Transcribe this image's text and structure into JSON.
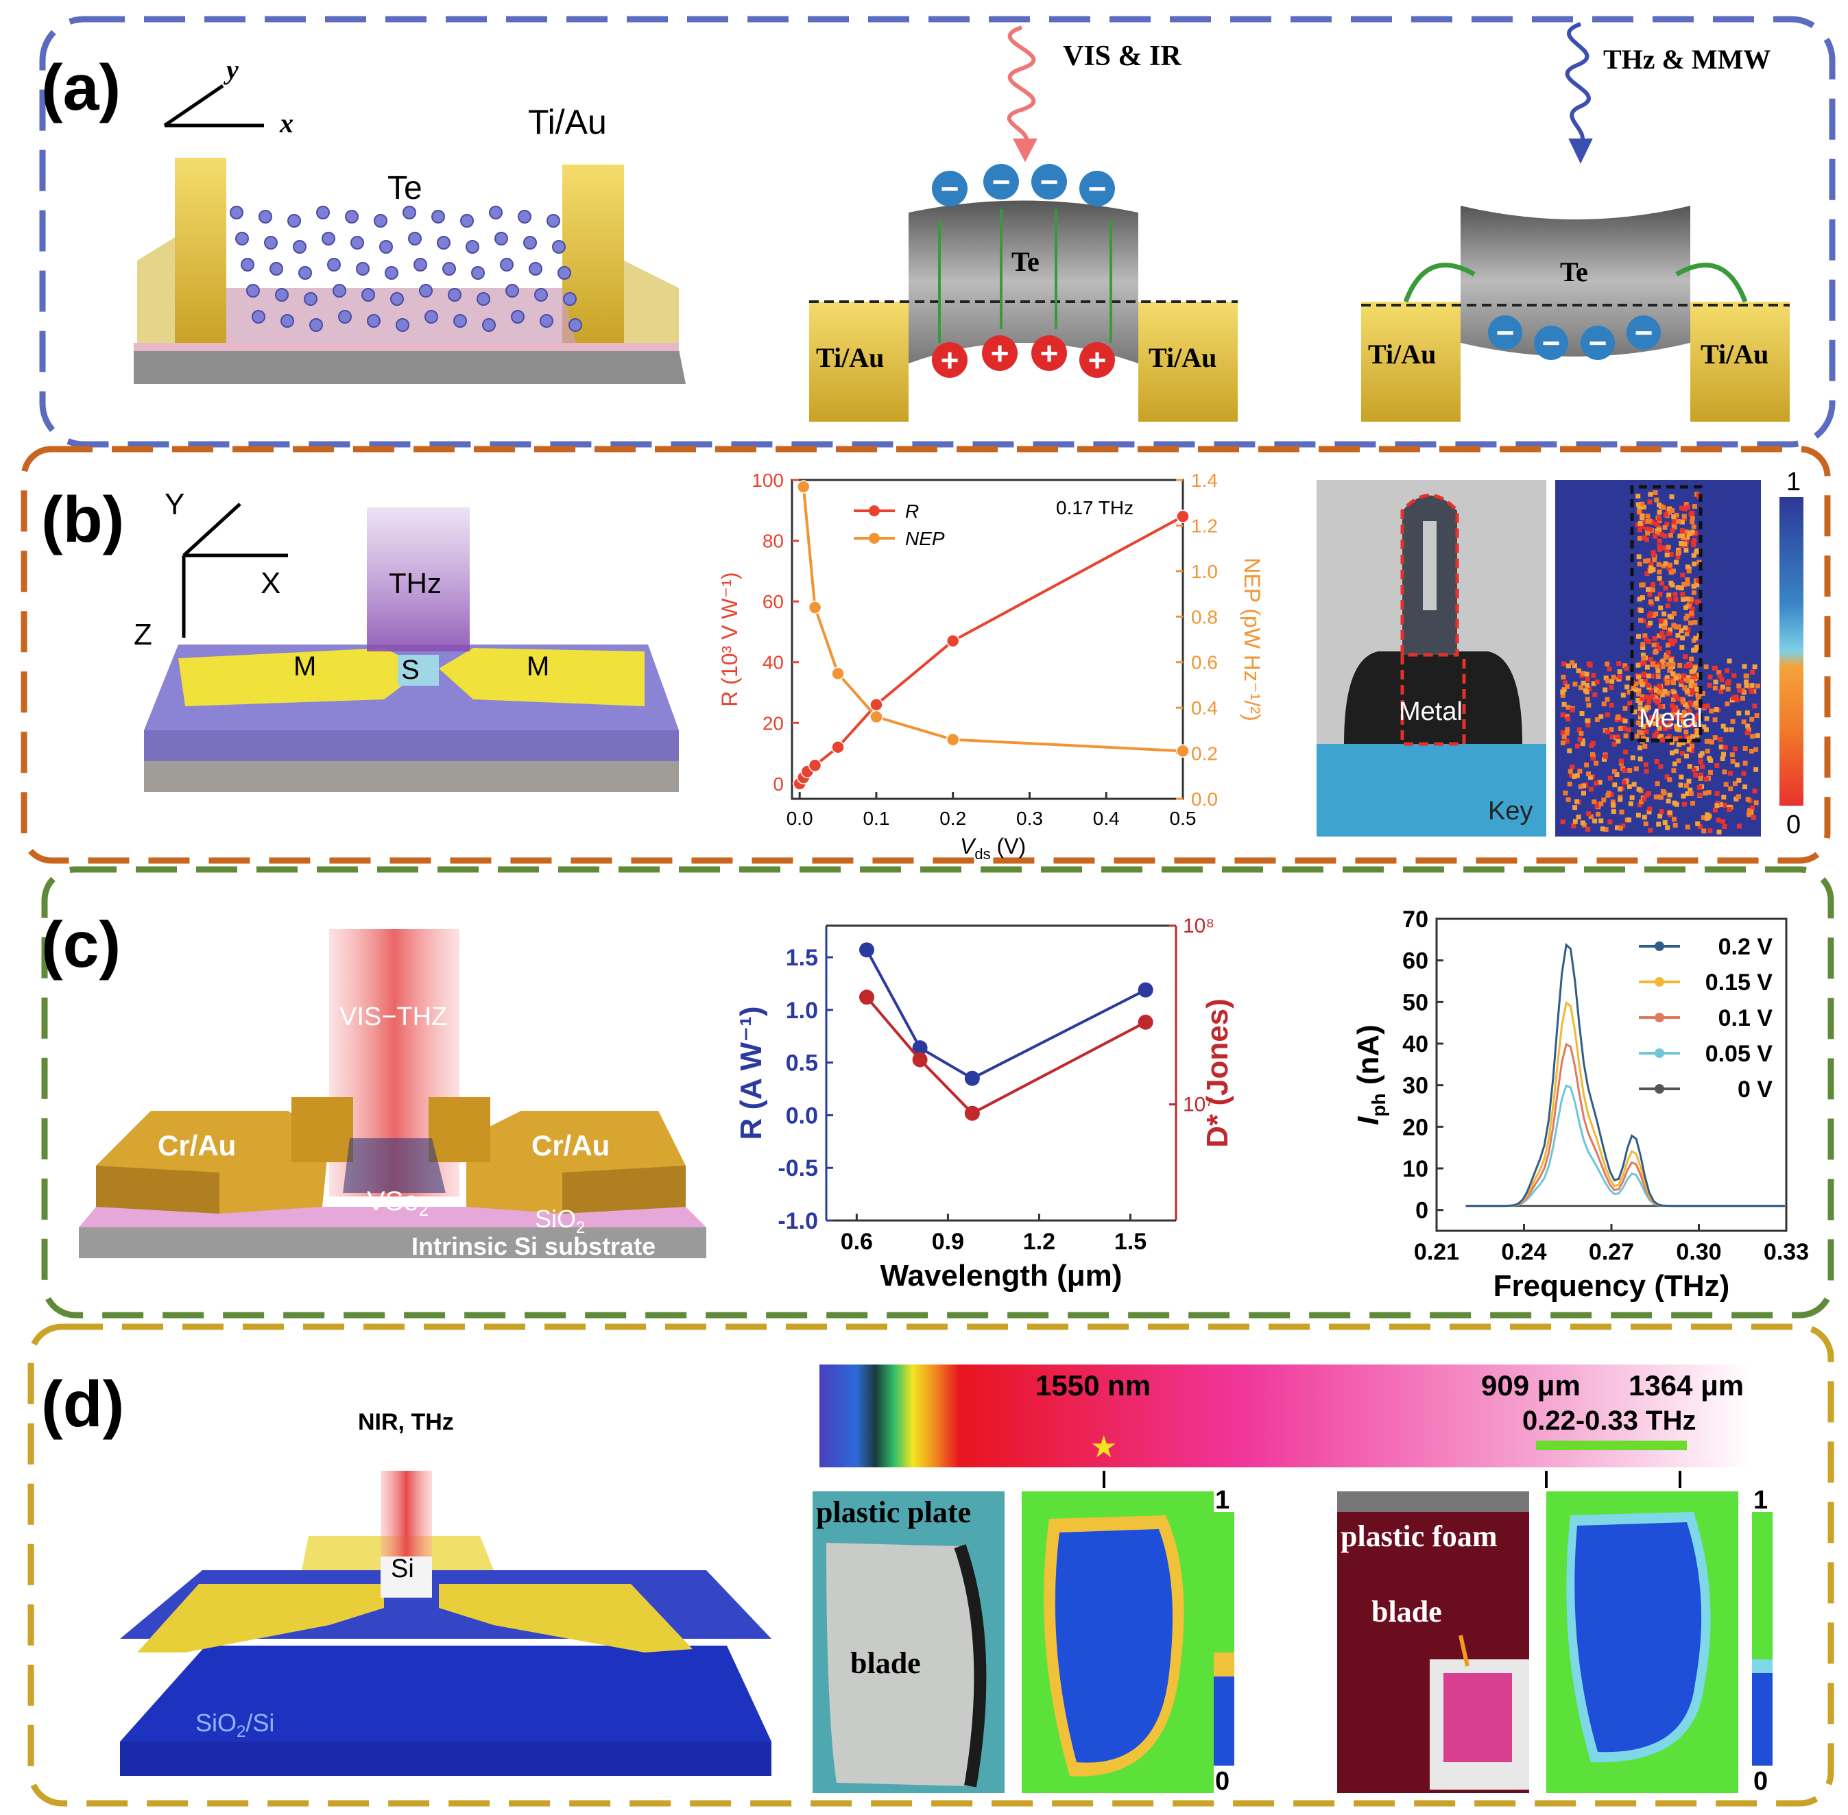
{
  "panels": {
    "a": {
      "label": "(a)",
      "axis_y": "y",
      "axis_x": "x",
      "contact": "Ti/Au",
      "material": "Te",
      "light1": "VIS & IR",
      "light2": "THz & MMW",
      "mid_te": "Te",
      "right_te": "Te",
      "ti_au": "Ti/Au",
      "minus": "−",
      "plus": "+"
    },
    "b": {
      "label": "(b)",
      "axis_y": "Y",
      "axis_x": "X",
      "axis_z": "Z",
      "thz": "THz",
      "m": "M",
      "s": "S",
      "photo_metal": "Metal",
      "photo_key": "Key",
      "map_metal": "Metal",
      "cbar_max": "1",
      "cbar_min": "0"
    },
    "c": {
      "label": "(c)",
      "beam": "VIS−THZ",
      "cr_au": "Cr/Au",
      "vse2": "VSe",
      "vse2_sub": "2",
      "sio2": "SiO",
      "sio2_sub": "2",
      "substrate": "Intrinsic Si substrate"
    },
    "d": {
      "label": "(d)",
      "beam": "NIR, THz",
      "si": "Si",
      "sio2si": "SiO",
      "sio2si_sub": "2",
      "sio2si_tail": "/Si",
      "wl1": "1550 nm",
      "wl2": "909 μm",
      "wl3": "1364 μm",
      "thz_range": "0.22-0.33 THz",
      "plastic_plate": "plastic plate",
      "blade": "blade",
      "plastic_foam": "plastic foam",
      "blade2": "blade",
      "cbar1_max": "1",
      "cbar1_min": "0",
      "cbar2_max": "1",
      "cbar2_min": "0"
    }
  },
  "colors": {
    "frame_a": "#5b6bbf",
    "frame_b": "#c8651f",
    "frame_c": "#5f8a3a",
    "frame_d": "#c9a227",
    "gold": "#e6c94a",
    "red_series": "#e8432e",
    "orange_series": "#f29433",
    "blue_series": "#2b3a9f",
    "darkred_series": "#c0282b"
  },
  "chart_data": [
    {
      "type": "line",
      "panel": "b",
      "xlabel": "V",
      "xlabel_sub": "ds",
      "xlabel_unit": " (V)",
      "ylabel_left": "R (10³ V W⁻¹)",
      "ylabel_right": "NEP (pW Hz⁻¹/²)",
      "annotation": "0.17 THz",
      "xlim": [
        -0.01,
        0.5
      ],
      "ylim_left": [
        -5,
        100
      ],
      "ylim_right": [
        0,
        1.4
      ],
      "xticks": [
        "0.0",
        "0.1",
        "0.2",
        "0.3",
        "0.4",
        "0.5"
      ],
      "yticks_left": [
        "0",
        "20",
        "40",
        "60",
        "80",
        "100"
      ],
      "yticks_right": [
        "0.0",
        "0.2",
        "0.4",
        "0.6",
        "0.8",
        "1.0",
        "1.2",
        "1.4"
      ],
      "series": [
        {
          "name": "R",
          "axis": "left",
          "color": "#e8432e",
          "x": [
            0,
            0.005,
            0.01,
            0.02,
            0.05,
            0.1,
            0.2,
            0.5
          ],
          "y": [
            0,
            2,
            4,
            6,
            12,
            26,
            47,
            88
          ]
        },
        {
          "name": "NEP",
          "axis": "right",
          "color": "#f29433",
          "x": [
            0.005,
            0.02,
            0.05,
            0.1,
            0.2,
            0.5
          ],
          "y": [
            1.37,
            0.84,
            0.55,
            0.36,
            0.26,
            0.21
          ]
        }
      ],
      "legend": "top-left"
    },
    {
      "type": "line",
      "panel": "c-middle",
      "xlabel": "Wavelength (μm)",
      "ylabel_left": "R (A W⁻¹)",
      "ylabel_right": "D* (Jones)",
      "xlim": [
        0.5,
        1.65
      ],
      "ylim_left": [
        -1.0,
        1.8
      ],
      "xticks": [
        "0.6",
        "0.9",
        "1.2",
        "1.5"
      ],
      "yticks_left": [
        "-1.0",
        "-0.5",
        "0.0",
        "0.5",
        "1.0",
        "1.5"
      ],
      "yticks_right": [
        "10⁷",
        "10⁸"
      ],
      "series": [
        {
          "name": "R",
          "axis": "left",
          "color": "#2b3a9f",
          "x": [
            0.633,
            0.808,
            0.98,
            1.55
          ],
          "y": [
            1.57,
            0.64,
            0.35,
            1.19
          ]
        },
        {
          "name": "D*",
          "axis": "right",
          "color": "#c0282b",
          "x": [
            0.633,
            0.808,
            0.98,
            1.55
          ],
          "y_log10": [
            7.6,
            7.25,
            6.95,
            7.46
          ]
        }
      ]
    },
    {
      "type": "line",
      "panel": "c-right",
      "xlabel": "Frequency (THz)",
      "ylabel": "I",
      "ylabel_sub": "ph",
      "ylabel_unit": " (nA)",
      "xlim": [
        0.21,
        0.33
      ],
      "ylim": [
        -5,
        70
      ],
      "xticks": [
        "0.21",
        "0.24",
        "0.27",
        "0.30",
        "0.33"
      ],
      "yticks": [
        "0",
        "10",
        "20",
        "30",
        "40",
        "50",
        "60",
        "70"
      ],
      "legend": "top-right",
      "series": [
        {
          "name": "0.2 V",
          "color": "#2f5d8a",
          "peak": 64
        },
        {
          "name": "0.15 V",
          "color": "#f3b733",
          "peak": 50
        },
        {
          "name": "0.1 V",
          "color": "#e07a5f",
          "peak": 40
        },
        {
          "name": "0.05 V",
          "color": "#6ec6d8",
          "peak": 30
        },
        {
          "name": "0 V",
          "color": "#555555",
          "peak": 1
        }
      ]
    }
  ]
}
